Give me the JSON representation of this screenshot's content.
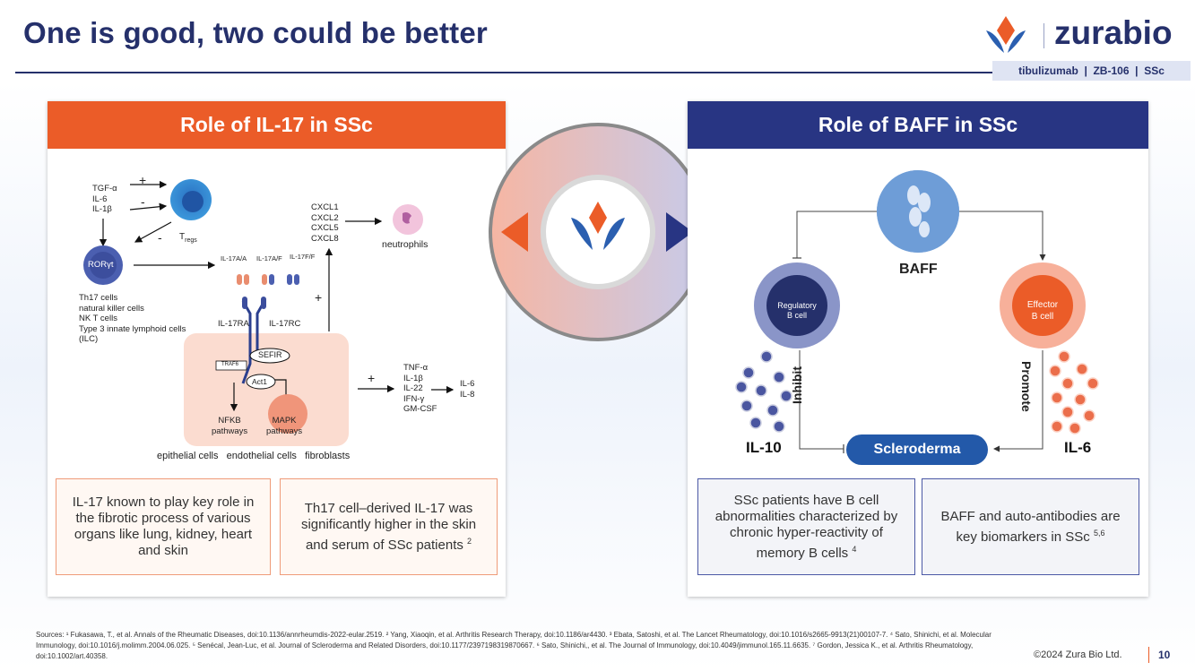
{
  "header": {
    "title": "One is good, two could be better",
    "logo_text": "zurabio",
    "tags": "tibulizumab  |  ZB-106  |  SSc"
  },
  "left_panel": {
    "title": "Role of IL-17 in SSc",
    "diagram": {
      "inputs": [
        "TGF-α",
        "IL-6",
        "IL-1β"
      ],
      "plus": "+",
      "minus": "-",
      "tregs": "T",
      "tregs_sub": "regs",
      "roryt": "RORγt",
      "cell_types": [
        "Th17 cells",
        "natural killer cells",
        "NK T cells",
        "Type 3 innate lymphoid cells",
        "(ILC)"
      ],
      "il17_forms": [
        "IL-17A/A",
        "IL-17A/F",
        "IL-17F/F"
      ],
      "receptor_a": "IL-17RA",
      "receptor_c": "IL-17RC",
      "sefir": "SEFIR",
      "traf6": "TRAF6",
      "act1": "Act1",
      "nfkb": [
        "NFKB",
        "pathways"
      ],
      "mapk": [
        "MAPK",
        "pathways"
      ],
      "chemokines": [
        "CXCL1",
        "CXCL2",
        "CXCL5",
        "CXCL8"
      ],
      "neutrophils": "neutrophils",
      "cytokines": [
        "TNF-α",
        "IL-1β",
        "IL-22",
        "IFN-γ",
        "GM-CSF"
      ],
      "outputs": [
        "IL-6",
        "IL-8"
      ],
      "tissue_cells": "epithelial cells   endothelial cells   fibroblasts"
    },
    "box1": "IL-17 known to play key role in the fibrotic process of various organs like lung, kidney, heart and skin",
    "box2": "Th17 cell–derived IL-17 was significantly higher in the skin and serum of SSc patients",
    "box2_sup": "2"
  },
  "right_panel": {
    "title": "Role of BAFF in SSc",
    "baff": "BAFF",
    "reg_cell": [
      "Regulatory",
      "B cell"
    ],
    "eff_cell": [
      "Effector",
      "B cell"
    ],
    "inhibit": "Inhibit",
    "promote": "Promote",
    "il10": "IL-10",
    "il6": "IL-6",
    "scleroderma": "Scleroderma",
    "box1": "SSc patients have B cell abnormalities characterized by chronic hyper-reactivity of memory B cells",
    "box1_sup": "4",
    "box2": "BAFF and auto-antibodies are key biomarkers in SSc",
    "box2_sup": "5,6"
  },
  "footer": {
    "sources": "Sources:  ¹ Fukasawa, T., et al. Annals of the Rheumatic Diseases, doi:10.1136/annrheumdis-2022-eular.2519. ² Yang, Xiaoqin, et al. Arthritis Research Therapy, doi:10.1186/ar4430. ³ Ebata, Satoshi, et al. The Lancet Rheumatology, doi:10.1016/s2665-9913(21)00107-7. ⁴ Sato, Shinichi, et al. Molecular Immunology, doi:10.1016/j.molimm.2004.06.025. ⁵ Senécal, Jean-Luc, et al. Journal of Scleroderma and Related Disorders, doi:10.1177/2397198319870667. ⁶ Sato, Shinichi,, et al. The Journal of Immunology, doi:10.4049/jimmunol.165.11.6635. ⁷ Gordon, Jessica K., et al. Arthritis Rheumatology, doi:10.1002/art.40358.",
    "copyright": "©2024 Zura Bio Ltd.",
    "page": "10"
  },
  "colors": {
    "navy": "#25306b",
    "orange": "#eb5c28",
    "panel_navy": "#283583"
  }
}
